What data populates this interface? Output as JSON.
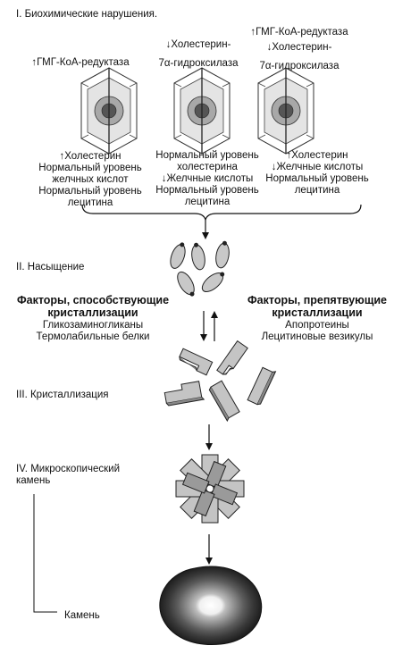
{
  "title": "I. Биохимические нарушения.",
  "cells": [
    {
      "enzyme": [
        "↑ГМГ-КоА-редуктаза"
      ],
      "status": [
        "↑Холестерин",
        "Нормальный уровень",
        "желчных кислот",
        "Нормальный уровень",
        "лецитина"
      ]
    },
    {
      "enzyme": [
        "↓Холестерин-",
        "7α-гидроксилаза"
      ],
      "status": [
        "Нормальный уровень",
        "холестерина",
        "↓Желчные кислоты",
        "Нормальный уровень",
        "лецитина"
      ]
    },
    {
      "enzyme": [
        "↑ГМГ-КоА-редуктаза",
        "↓Холестерин-",
        "7α-гидроксилаза"
      ],
      "status": [
        "↑Холестерин",
        "↓Желчные кислоты",
        "Нормальный уровень",
        "лецитина"
      ]
    }
  ],
  "stages": {
    "saturation": "II. Насыщение",
    "crystallization": "III. Кристаллизация",
    "micro_stone": [
      "IV. Микроскопический",
      "камень"
    ],
    "stone": "Камень"
  },
  "factors": {
    "promote_title": [
      "Факторы, способствующие",
      "кристаллизации"
    ],
    "promote_items": [
      "Гликозаминогликаны",
      "Термолабильные белки"
    ],
    "inhibit_title": [
      "Факторы, препятвующие",
      "кристаллизации"
    ],
    "inhibit_items": [
      "Апопротеины",
      "Лецитиновые везикулы"
    ]
  }
}
